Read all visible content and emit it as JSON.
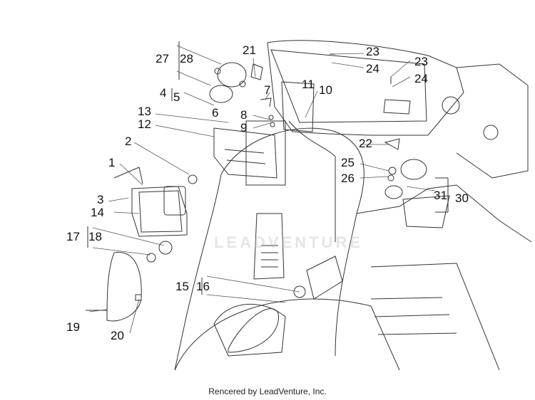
{
  "labels": {
    "l1": "1",
    "l2": "2",
    "l3": "3",
    "l4": "4",
    "l5": "5",
    "l6": "6",
    "l7": "7",
    "l8": "8",
    "l9": "9",
    "l10": "10",
    "l11": "11",
    "l12": "12",
    "l13": "13",
    "l14": "14",
    "l15": "15",
    "l16": "16",
    "l17": "17",
    "l18": "18",
    "l19": "19",
    "l20": "20",
    "l21": "21",
    "l22": "22",
    "l23a": "23",
    "l23b": "23",
    "l24a": "24",
    "l24b": "24",
    "l25": "25",
    "l26": "26",
    "l27": "27",
    "l28": "28",
    "l30": "30",
    "l31": "31"
  },
  "watermark": "LEADVENTURE",
  "caption": "Rencered by LeadVenture, Inc."
}
